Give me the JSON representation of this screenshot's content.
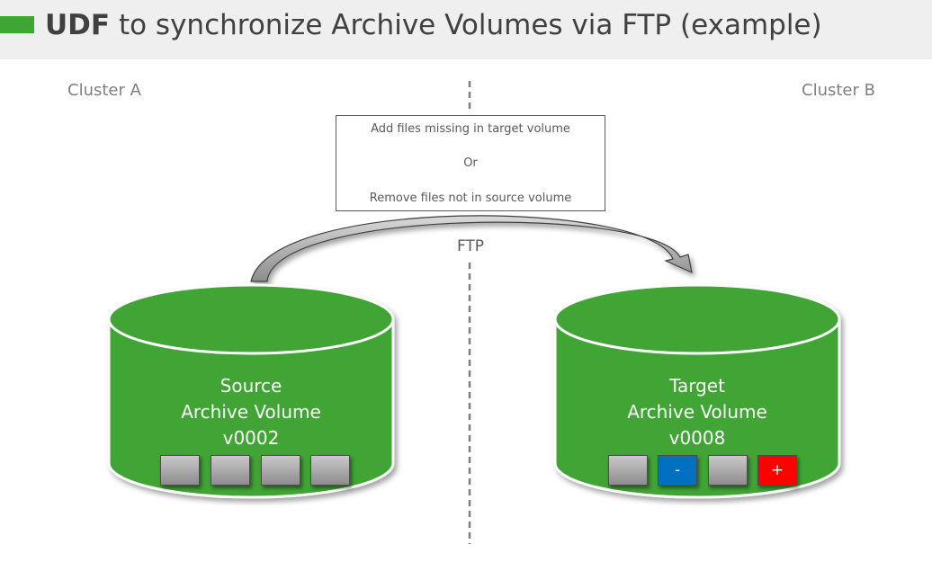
{
  "title": {
    "bold_text": "UDF",
    "rest_text": " to synchronize Archive Volumes via FTP (example)",
    "accent_color": "#3fa535"
  },
  "clusters": {
    "left_label": "Cluster A",
    "right_label": "Cluster B"
  },
  "note_box": {
    "line1": "Add files missing in target volume",
    "line2": "Or",
    "line3": "Remove files not in source volume"
  },
  "transfer": {
    "label": "FTP"
  },
  "source_volume": {
    "line1": "Source",
    "line2": "Archive Volume",
    "line3": "v0002",
    "files": [
      {
        "icon": "file-block-icon",
        "symbol": "",
        "color": "#a8a8a8"
      },
      {
        "icon": "file-block-icon",
        "symbol": "",
        "color": "#a8a8a8"
      },
      {
        "icon": "file-block-icon",
        "symbol": "",
        "color": "#a8a8a8"
      },
      {
        "icon": "file-block-icon",
        "symbol": "",
        "color": "#a8a8a8"
      }
    ]
  },
  "target_volume": {
    "line1": "Target",
    "line2": "Archive Volume",
    "line3": "v0008",
    "files": [
      {
        "icon": "file-block-icon",
        "symbol": "",
        "color": "#a8a8a8"
      },
      {
        "icon": "file-remove-icon",
        "symbol": "-",
        "color": "#0070c0"
      },
      {
        "icon": "file-block-icon",
        "symbol": "",
        "color": "#a8a8a8"
      },
      {
        "icon": "file-add-icon",
        "symbol": "+",
        "color": "#ff0000"
      }
    ]
  },
  "colors": {
    "volume_green": "#3fa535",
    "volume_outline": "#ffffff",
    "remove_blue": "#0070c0",
    "add_red": "#ff0000",
    "file_grey": "#a8a8a8",
    "arrow_grey": "#a6a6a6"
  }
}
